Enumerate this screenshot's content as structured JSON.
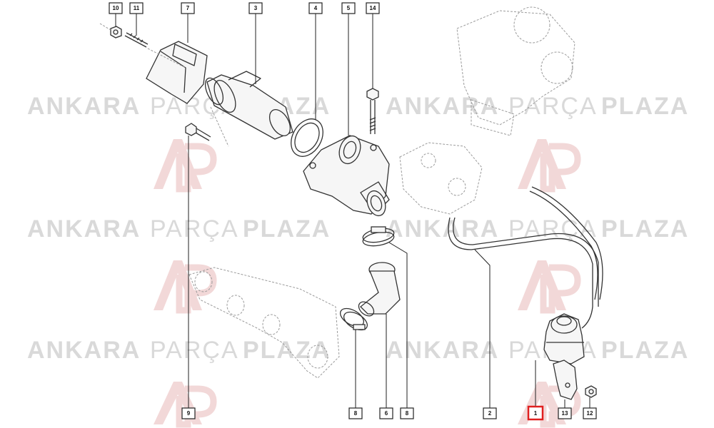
{
  "watermark": {
    "words": [
      "ANKARA",
      "PARÇA",
      "PLAZA"
    ],
    "logo_letters": "AP",
    "text_color": "#d9d9d9",
    "logo_color": "#f4c7c7"
  },
  "callouts": {
    "c10": "10",
    "c11": "11",
    "c7": "7",
    "c3": "3",
    "c4": "4",
    "c5": "5",
    "c14": "14",
    "c9": "9",
    "c8a": "8",
    "c6": "6",
    "c8b": "8",
    "c2": "2",
    "c1": "1",
    "c13": "13",
    "c12": "12"
  },
  "highlight_color": "#e02020"
}
